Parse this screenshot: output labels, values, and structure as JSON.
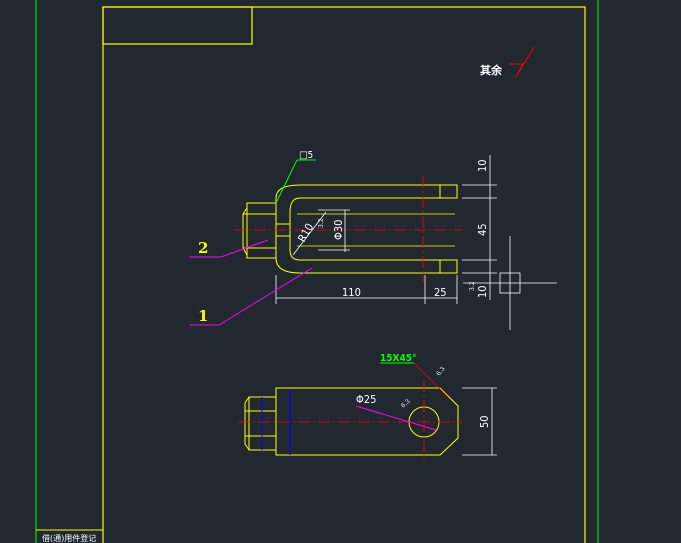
{
  "drawing": {
    "roughness_note": "其余",
    "chamfer_note": "15X45°",
    "flatness_note": "□5",
    "part_labels": [
      "2",
      "1"
    ],
    "dimensions": {
      "top_thickness": "10",
      "inner_height": "45",
      "bottom_thickness": "10",
      "radius": "R10",
      "inner_diameter": "Φ30",
      "length": "110",
      "end_length": "25",
      "hole_diameter": "Φ25",
      "width": "50"
    },
    "roughness_symbols": [
      "3.2",
      "3.2",
      "6.3",
      "6.3"
    ],
    "title_block_text": "借(通)用件登记"
  },
  "colors": {
    "background": "#212830",
    "frame": "#ffff00",
    "border": "#00ff00",
    "dimension": "#ffffff",
    "leader": "#ff00ff",
    "centerline": "#ff0000",
    "hidden": "#0000ff"
  }
}
